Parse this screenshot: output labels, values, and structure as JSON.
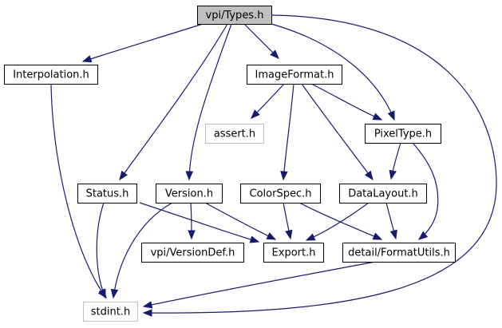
{
  "diagram": {
    "type": "include-dependency-graph",
    "edge_color": "#191970",
    "root_fill": "#bfbfbf",
    "external_border": "#bfbfbf",
    "nodes": [
      {
        "id": "types",
        "label": "vpi/Types.h",
        "kind": "root"
      },
      {
        "id": "interpolation",
        "label": "Interpolation.h",
        "kind": "normal"
      },
      {
        "id": "imageformat",
        "label": "ImageFormat.h",
        "kind": "normal"
      },
      {
        "id": "assert",
        "label": "assert.h",
        "kind": "external"
      },
      {
        "id": "pixeltype",
        "label": "PixelType.h",
        "kind": "normal"
      },
      {
        "id": "status",
        "label": "Status.h",
        "kind": "normal"
      },
      {
        "id": "version",
        "label": "Version.h",
        "kind": "normal"
      },
      {
        "id": "colorspec",
        "label": "ColorSpec.h",
        "kind": "normal"
      },
      {
        "id": "datalayout",
        "label": "DataLayout.h",
        "kind": "normal"
      },
      {
        "id": "versiondef",
        "label": "vpi/VersionDef.h",
        "kind": "normal"
      },
      {
        "id": "export",
        "label": "Export.h",
        "kind": "normal"
      },
      {
        "id": "formatutils",
        "label": "detail/FormatUtils.h",
        "kind": "normal"
      },
      {
        "id": "stdint",
        "label": "stdint.h",
        "kind": "external"
      }
    ],
    "edges": [
      {
        "from": "types",
        "to": "interpolation"
      },
      {
        "from": "types",
        "to": "imageformat"
      },
      {
        "from": "types",
        "to": "pixeltype"
      },
      {
        "from": "types",
        "to": "status"
      },
      {
        "from": "types",
        "to": "version"
      },
      {
        "from": "types",
        "to": "stdint"
      },
      {
        "from": "interpolation",
        "to": "stdint"
      },
      {
        "from": "imageformat",
        "to": "assert"
      },
      {
        "from": "imageformat",
        "to": "pixeltype"
      },
      {
        "from": "imageformat",
        "to": "colorspec"
      },
      {
        "from": "imageformat",
        "to": "datalayout"
      },
      {
        "from": "pixeltype",
        "to": "datalayout"
      },
      {
        "from": "pixeltype",
        "to": "formatutils"
      },
      {
        "from": "status",
        "to": "export"
      },
      {
        "from": "status",
        "to": "stdint"
      },
      {
        "from": "version",
        "to": "versiondef"
      },
      {
        "from": "version",
        "to": "export"
      },
      {
        "from": "version",
        "to": "stdint"
      },
      {
        "from": "colorspec",
        "to": "export"
      },
      {
        "from": "colorspec",
        "to": "formatutils"
      },
      {
        "from": "datalayout",
        "to": "export"
      },
      {
        "from": "datalayout",
        "to": "formatutils"
      },
      {
        "from": "formatutils",
        "to": "stdint"
      }
    ]
  }
}
